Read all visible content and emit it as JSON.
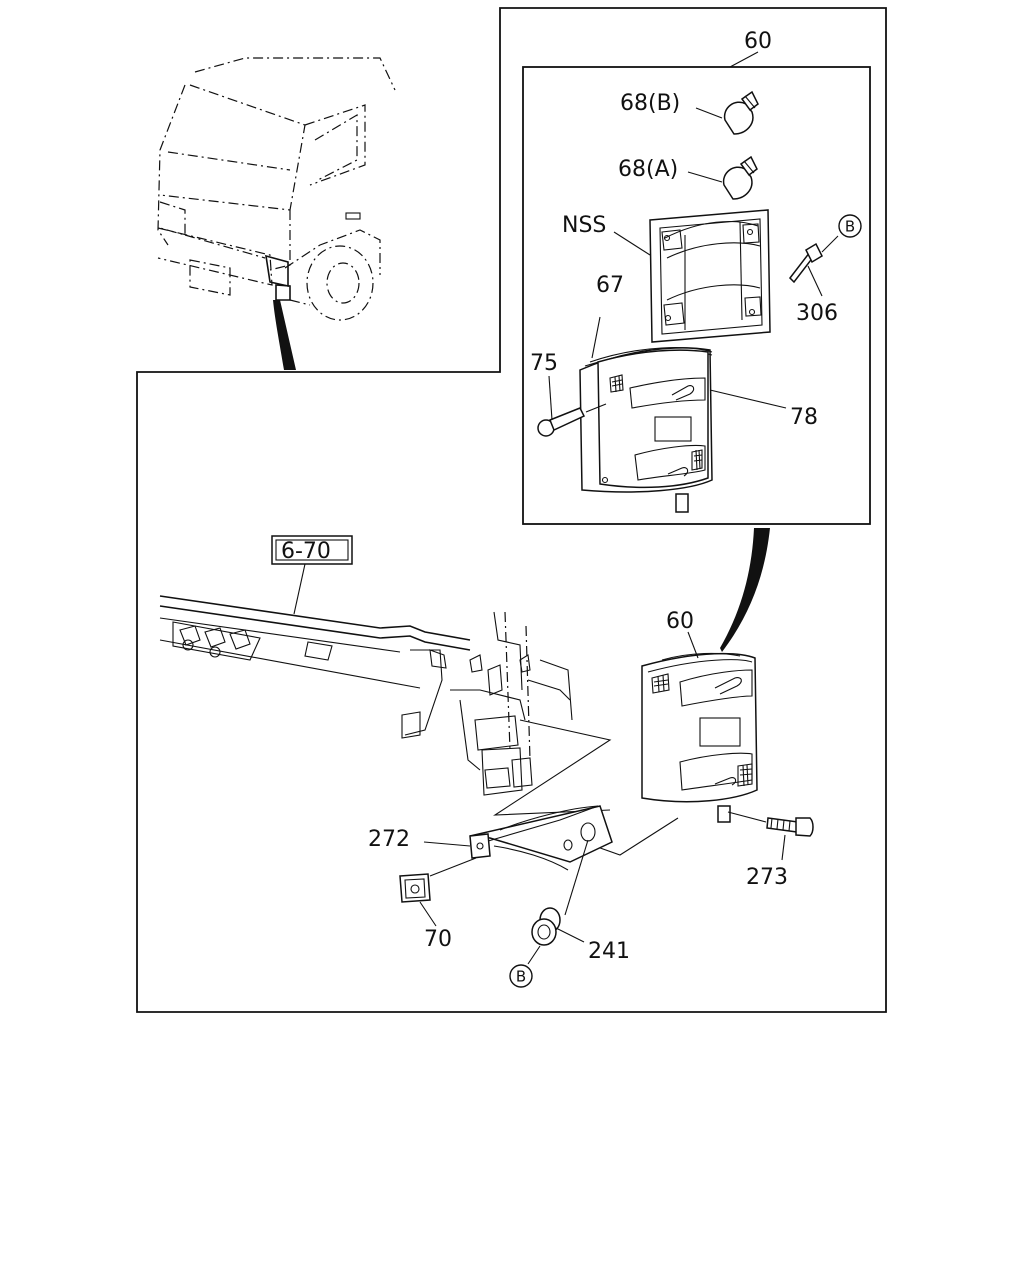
{
  "labels": {
    "assembly_top": "60",
    "bulb_b": "68(B)",
    "bulb_a": "68(A)",
    "nss": "NSS",
    "ref_b_top": "B",
    "screw_306": "306",
    "lens_67": "67",
    "screw_75": "75",
    "lens_78": "78",
    "ref_box": "6-70",
    "assembly_bottom": "60",
    "bracket_272": "272",
    "bolt_273": "273",
    "clip_70": "70",
    "grommet_241": "241",
    "ref_b_bottom": "B"
  }
}
